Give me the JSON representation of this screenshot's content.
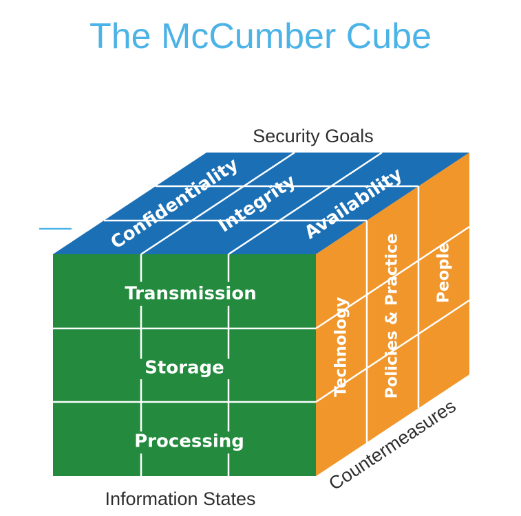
{
  "title": "The McCumber Cube",
  "axes": {
    "security_goals": "Security Goals",
    "information_states": "Information States",
    "countermeasures": "Countermeasures"
  },
  "security_goals": [
    "Confidentiality",
    "Integrity",
    "Availability"
  ],
  "information_states": [
    "Transmission",
    "Storage",
    "Processing"
  ],
  "countermeasures": [
    "Technology",
    "Policies & Practice",
    "People"
  ],
  "colors": {
    "title": "#4cb3e6",
    "front_face": "#238a3e",
    "top_face": "#1a6fb5",
    "side_face": "#f0962b",
    "grid_lines": "#ffffff"
  }
}
